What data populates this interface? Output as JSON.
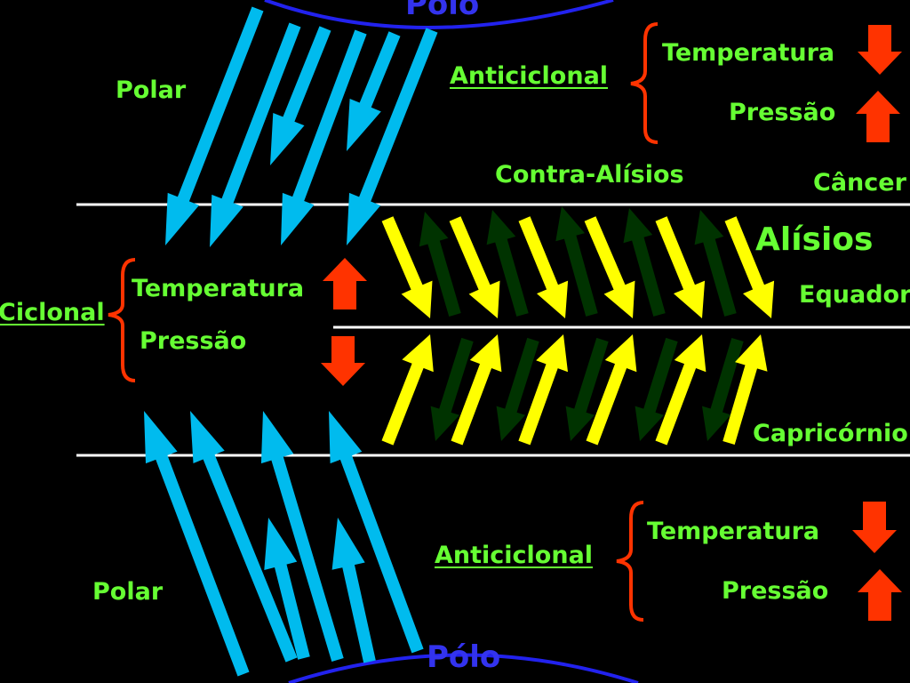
{
  "labels": {
    "polo_top": "Pólo",
    "polo_bottom": "Pólo",
    "polar_top": "Polar",
    "polar_bottom": "Polar",
    "anticiclonal_top": "Anticiclonal",
    "anticiclonal_bottom": "Anticiclonal",
    "ciclonal": "Ciclonal",
    "temperatura_top": "Temperatura",
    "pressao_top": "Pressão",
    "temperatura_mid": "Temperatura",
    "pressao_mid": "Pressão",
    "temperatura_bottom": "Temperatura",
    "pressao_bottom": "Pressão",
    "contra_alisios": "Contra-Alísios",
    "cancer": "Câncer",
    "alisios": "Alísios",
    "equador": "Equador",
    "capricornio": "Capricórnio"
  },
  "colors": {
    "background": "#000000",
    "text": "#66ff33",
    "polo": "#3333ee",
    "polar_arrow": "#00bbee",
    "trade_arrow": "#ffff00",
    "counter_arrow": "#003300",
    "indicator": "#ff3300",
    "lines": "#ffffff",
    "bracket": "#ff3300"
  }
}
